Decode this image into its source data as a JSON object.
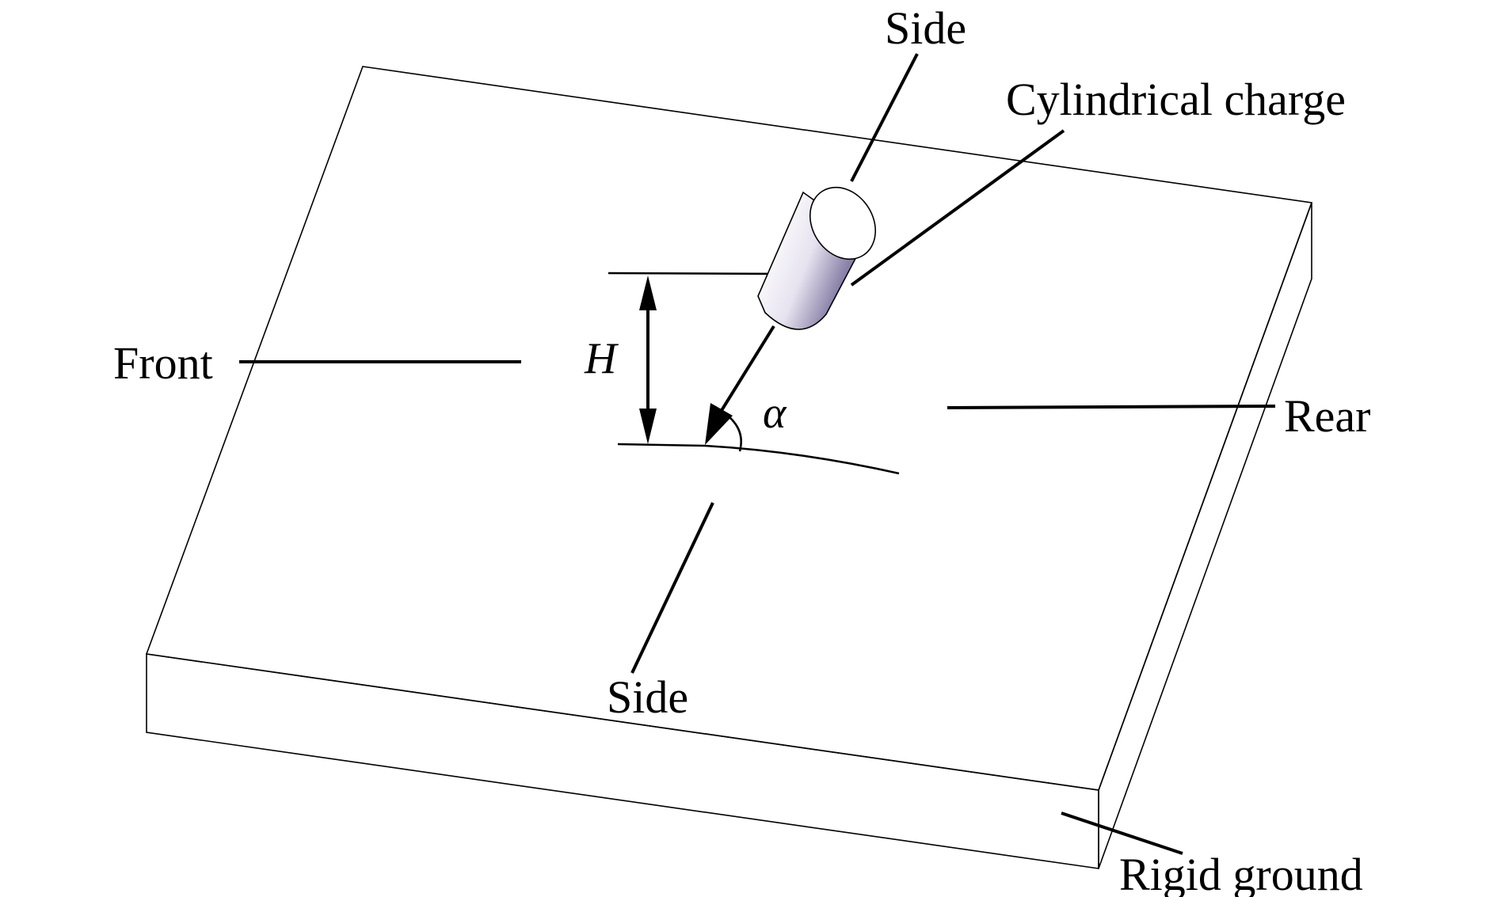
{
  "labels": {
    "side_top": "Side",
    "cylindrical_charge": "Cylindrical charge",
    "front": "Front",
    "rear": "Rear",
    "side_bottom": "Side",
    "rigid_ground": "Rigid ground",
    "height_symbol": "H",
    "angle_symbol": "α"
  },
  "colors": {
    "top_face": "#ffffff",
    "front_face": "#f6f6f4",
    "right_face": "#b4aad2",
    "edges": "#000000",
    "charge_shade_dark": "#8a82a8"
  }
}
